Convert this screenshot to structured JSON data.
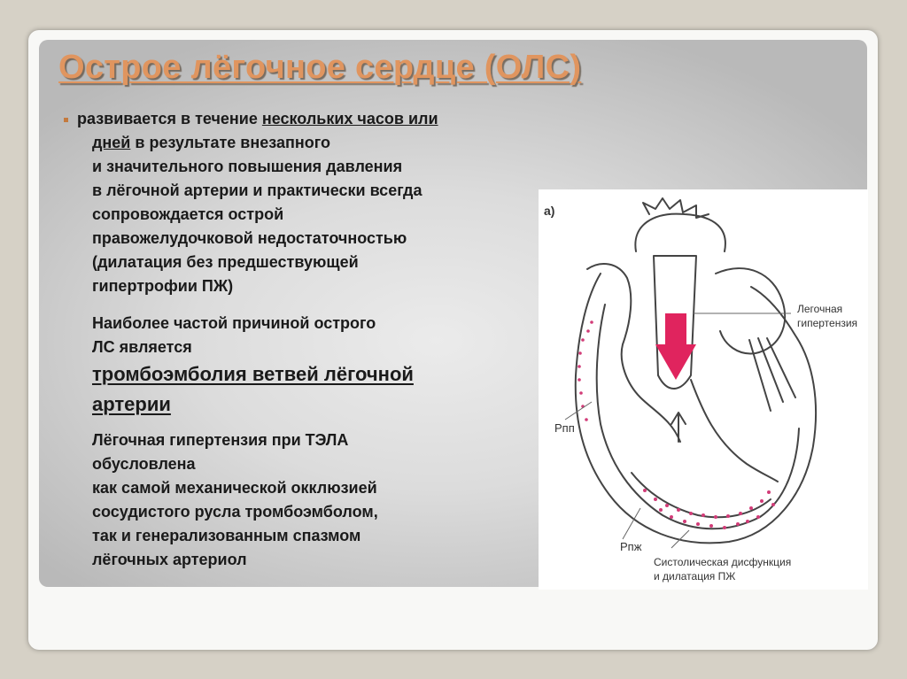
{
  "slide": {
    "title": "Острое лёгочное сердце (ОЛС)",
    "paragraph1": {
      "line1_plain": "развивается в течение ",
      "line1_u": "нескольких часов или",
      "line2_u": "дней",
      "line2_plain": " в результате внезапного",
      "line3": "и значительного повышения давления",
      "line4": "в лёгочной артерии и практически всегда",
      "line5": "сопровождается острой",
      "line6": "правожелудочковой недостаточностью",
      "line7": "(дилатация без предшествующей",
      "line8": "гипертрофии ПЖ)"
    },
    "paragraph2": {
      "line1": "Наиболее частой причиной острого",
      "line2": "ЛС является"
    },
    "emphasis": {
      "line1": "тромбоэмболия ветвей лёгочной",
      "line2": "артерии"
    },
    "paragraph3": {
      "line1": "Лёгочная гипертензия при ТЭЛА",
      "line2": "обусловлена",
      "line3": "как самой механической окклюзией",
      "line4": "сосудистого русла тромбоэмболом,",
      "line5": "так и генерализованным спазмом",
      "line6": "лёгочных артериол"
    }
  },
  "figure": {
    "panel_label": "а)",
    "label_hypertension_1": "Легочная",
    "label_hypertension_2": "гипертензия",
    "label_rpp": "Рпп",
    "label_rpzh": "Рпж",
    "label_dysfunction_1": "Систолическая дисфункция",
    "label_dysfunction_2": "и дилатация ПЖ",
    "colors": {
      "arrow": "#e0245e",
      "dots": "#d23c78",
      "outline": "#444444",
      "title": "#e0955f"
    }
  }
}
